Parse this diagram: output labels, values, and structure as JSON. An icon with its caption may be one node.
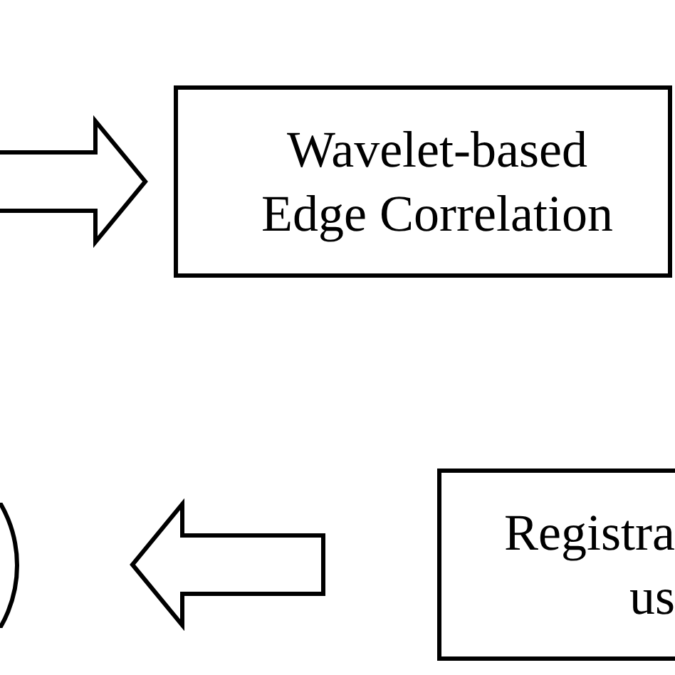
{
  "diagram": {
    "nodes": [
      {
        "text": [
          "Wavelet-based Edge Correlation"
        ]
      },
      {
        "text": [],
        "shape": "ellipse"
      },
      {
        "text": [
          "Registra us"
        ]
      }
    ],
    "edges": [
      {
        "from": null,
        "to": 0,
        "arrow": "to"
      },
      {
        "from": 2,
        "to": 1,
        "arrow": "to"
      }
    ]
  }
}
